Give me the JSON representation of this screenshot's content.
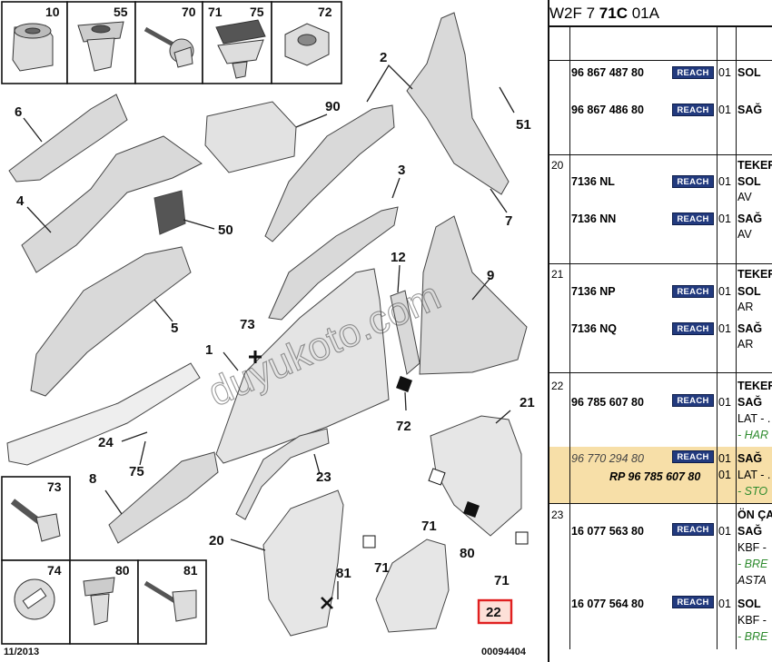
{
  "diagram": {
    "watermark": "duyukoto.com",
    "footer_left": "11/2013",
    "footer_right": "00094404",
    "legend_top": [
      {
        "num": "10"
      },
      {
        "num": "55"
      },
      {
        "num": "70"
      },
      {
        "num": "71"
      },
      {
        "num": "75"
      },
      {
        "num": "72"
      }
    ],
    "legend_bottom": [
      {
        "num": "73"
      },
      {
        "num": "74"
      },
      {
        "num": "80"
      },
      {
        "num": "81"
      }
    ],
    "callouts": {
      "c90": "90",
      "c2": "2",
      "c51": "51",
      "c6": "6",
      "c4": "4",
      "c3": "3",
      "c7": "7",
      "c50": "50",
      "c12": "12",
      "c9": "9",
      "c5": "5",
      "c73": "73",
      "c1": "1",
      "c72": "72",
      "c21": "21",
      "c24": "24",
      "c75": "75",
      "c8": "8",
      "c23": "23",
      "c71a": "71",
      "c80": "80",
      "c20": "20",
      "c81": "81",
      "c71b": "71",
      "c71c": "71",
      "c22": "22"
    }
  },
  "table": {
    "header": {
      "prefix": "W2F 7 ",
      "bold": "71C",
      "suffix": " 01A"
    },
    "reach_label": "REACH",
    "rows": [
      {
        "sec": "",
        "pn": "96 867 487 80",
        "cnt": "01",
        "d1": "SOL",
        "d2": ""
      },
      {
        "sec": "",
        "pn": "96 867 486 80",
        "cnt": "01",
        "d1": "SAĞ",
        "d2": ""
      },
      {
        "sec": "20",
        "title": "TEKER",
        "pn": "7136 NL",
        "cnt": "01",
        "d1": "SOL",
        "d2": "AV"
      },
      {
        "sec": "",
        "pn": "7136 NN",
        "cnt": "01",
        "d1": "SAĞ",
        "d2": "AV"
      },
      {
        "sec": "21",
        "title": "TEKER",
        "pn": "7136 NP",
        "cnt": "01",
        "d1": "SOL",
        "d2": "AR"
      },
      {
        "sec": "",
        "pn": "7136 NQ",
        "cnt": "01",
        "d1": "SAĞ",
        "d2": "AR"
      },
      {
        "sec": "22",
        "title": "TEKER",
        "pn": "96 785 607 80",
        "cnt": "01",
        "d1": "SAĞ",
        "d2": "LAT - .",
        "d3": "- HAR"
      },
      {
        "sec": "",
        "pn": "96 770 294 80",
        "cnt": "01",
        "d1": "SAĞ",
        "d2": "LAT - .",
        "rp": "RP 96 785 607 80",
        "cnt2": "01",
        "d3": "- STO"
      },
      {
        "sec": "23",
        "title": "ÖN ÇA",
        "pn": "16 077 563 80",
        "cnt": "01",
        "d1": "SAĞ",
        "d2": "KBF -",
        "d3": "- BRE",
        "d4": "ASTA"
      },
      {
        "sec": "",
        "pn": "16 077 564 80",
        "cnt": "01",
        "d1": "SOL",
        "d2": "KBF -",
        "d3": "- BRE"
      }
    ]
  }
}
